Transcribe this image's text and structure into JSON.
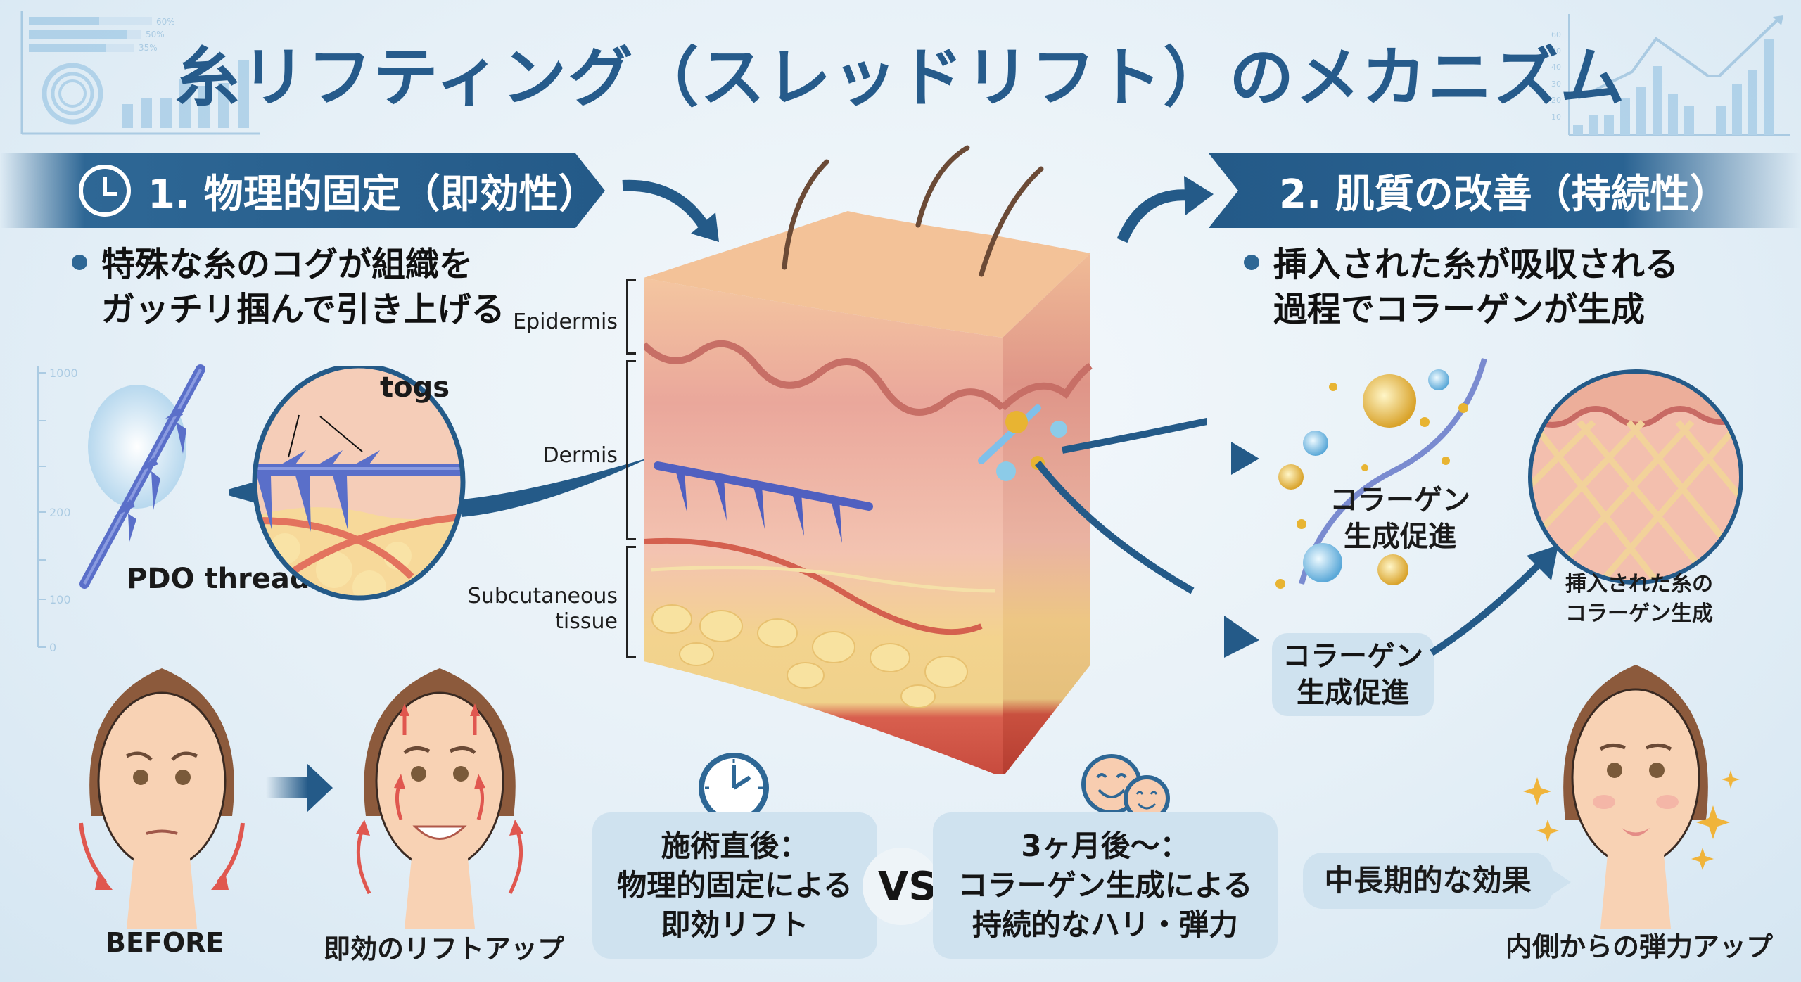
{
  "title": "糸リフティング（スレッドリフト）のメカニズム",
  "colors": {
    "brand_blue": "#265b8b",
    "banner_blue": "#245a88",
    "box_fill": "#cfe2ef",
    "thread_blue": "#5a6fc9",
    "arrow_red": "#e0574f",
    "collagen_gold": "#e8b432"
  },
  "decor": {
    "top_left_chart": {
      "bar_labels": [
        "60%",
        "50%",
        "35%"
      ]
    },
    "top_right_chart": {
      "y_ticks": [
        "60",
        "50",
        "40",
        "30",
        "20",
        "10"
      ]
    },
    "left_axis": {
      "ticks": [
        "1000",
        "200",
        "100",
        "0"
      ]
    }
  },
  "section1": {
    "icon": "clock-icon",
    "heading": "1. 物理的固定（即効性）",
    "bullet_line1": "特殊な糸のコグが組織を",
    "bullet_line2": "ガッチリ掴んで引き上げる",
    "togs_label": "togs",
    "pdo_label": "PDO thread"
  },
  "section2": {
    "heading": "2. 肌質の改善（持続性）",
    "bullet_line1": "挿入された糸が吸収される",
    "bullet_line2": "過程でコラーゲンが生成",
    "collagen_float_line1": "コラーゲン",
    "collagen_float_line2": "生成促進",
    "collagen_box_line1": "コラーゲン",
    "collagen_box_line2": "生成促進",
    "circle_caption_line1": "挿入された糸の",
    "circle_caption_line2": "コラーゲン生成"
  },
  "layers": {
    "epidermis": "Epidermis",
    "dermis": "Dermis",
    "subcutaneous_line1": "Subcutaneous",
    "subcutaneous_line2": "tissue"
  },
  "faces": {
    "before_label": "BEFORE",
    "after_label": "即効のリフトアップ",
    "longterm_bubble": "中長期的な効果",
    "longterm_label": "内側からの弾力アップ"
  },
  "comparison": {
    "left_line1": "施術直後：",
    "left_line2": "物理的固定による",
    "left_line3": "即効リフト",
    "vs": "VS.",
    "right_line1": "3ヶ月後〜：",
    "right_line2": "コラーゲン生成による",
    "right_line3": "持続的なハリ・弾力",
    "left_icon": "clock-icon",
    "right_icon": "smiling-faces-icon"
  }
}
